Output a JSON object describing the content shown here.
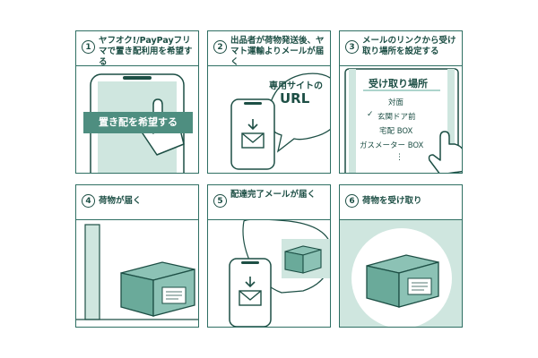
{
  "steps": [
    {
      "number": "1",
      "title": "ヤフオク!/PayPayフリマで置き配利用を希望する",
      "button_label": "置き配を希望する"
    },
    {
      "number": "2",
      "title": "出品者が荷物発送後、ヤマト運輸よりメールが届く",
      "bubble_line1": "専用サイトの",
      "bubble_line2": "URL"
    },
    {
      "number": "3",
      "title": "メールのリンクから受け取り場所を設定する",
      "list_title": "受け取り場所",
      "options": [
        "対面",
        "玄関ドア前",
        "宅配 BOX",
        "ガスメーター BOX"
      ],
      "more": "⋮"
    },
    {
      "number": "4",
      "title": "荷物が届く"
    },
    {
      "number": "5",
      "title": "配達完了メールが届く"
    },
    {
      "number": "6",
      "title": "荷物を受け取り"
    }
  ],
  "colors": {
    "dark": "#1d4f45",
    "line": "#2f6f63",
    "teal": "#5ba898",
    "light": "#cfe6df",
    "box": "#8cc2b5",
    "box_side": "#6aaa9a"
  }
}
